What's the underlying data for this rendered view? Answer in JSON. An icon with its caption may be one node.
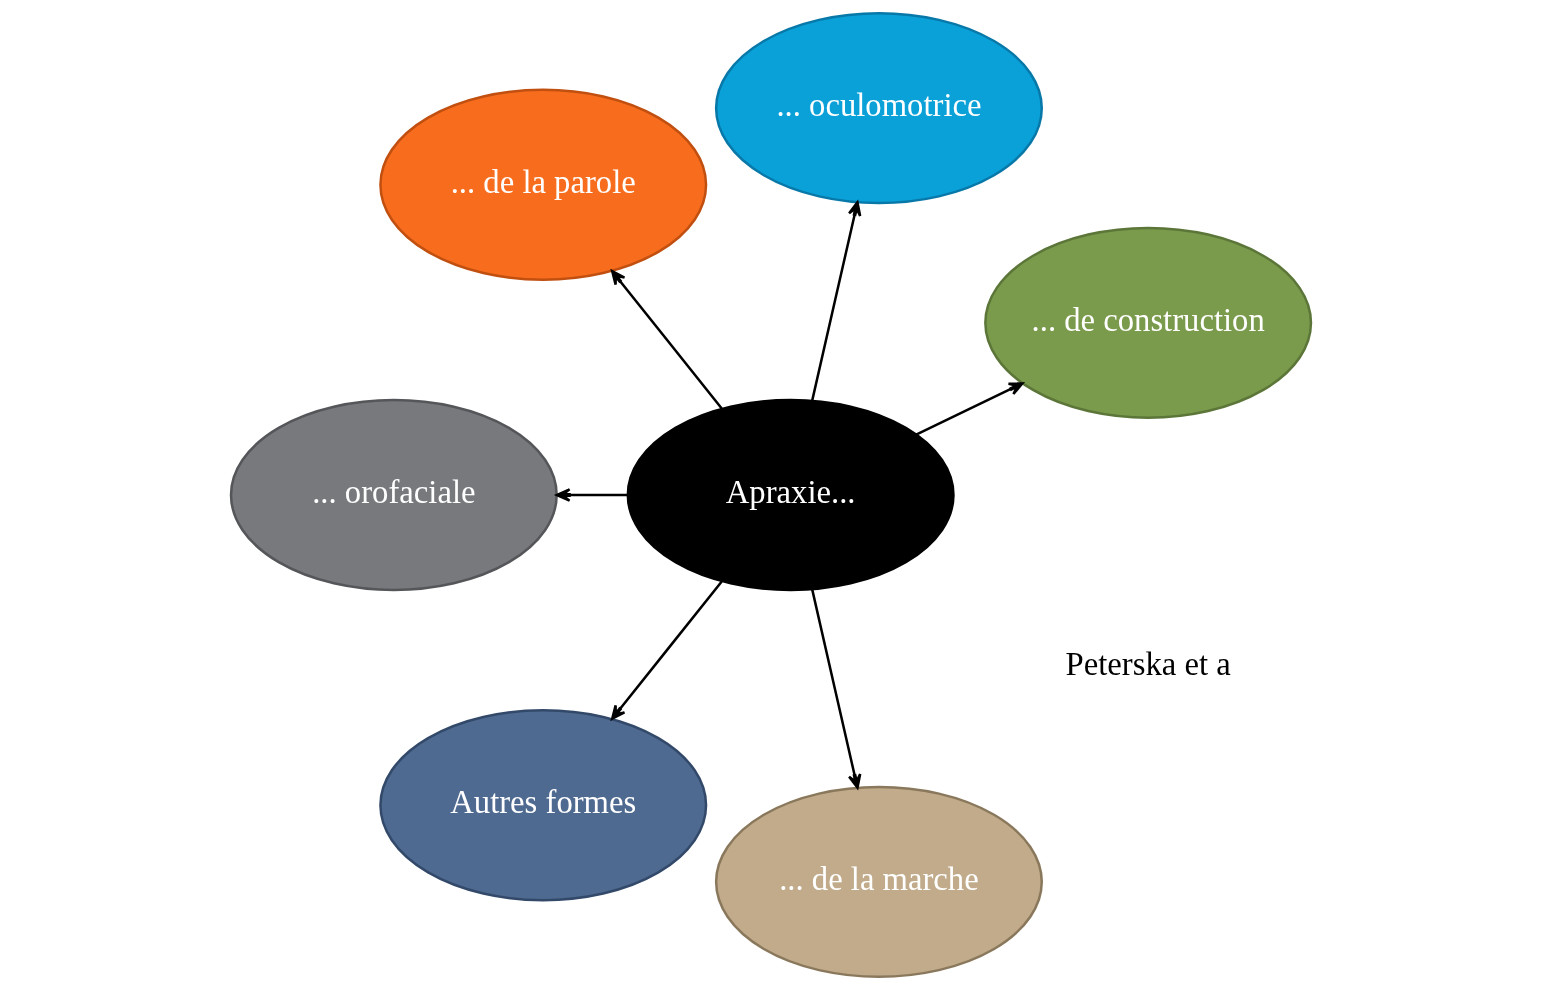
{
  "diagram": {
    "nodes": [
      {
        "text": [
          "Apraxie..."
        ]
      },
      {
        "text": [
          "... de construction"
        ]
      },
      {
        "text": [
          "... oculomotrice"
        ]
      },
      {
        "text": [
          "... de la parole"
        ]
      },
      {
        "text": [
          "... orofaciale"
        ]
      },
      {
        "text": [
          "Autres formes"
        ]
      },
      {
        "text": [
          "... de la marche"
        ]
      }
    ],
    "edges": [
      {
        "from": 0,
        "to": 1,
        "arrow": "to"
      },
      {
        "from": 0,
        "to": 2,
        "arrow": "to"
      },
      {
        "from": 0,
        "to": 3,
        "arrow": "to"
      },
      {
        "from": 0,
        "to": 4,
        "arrow": "to"
      },
      {
        "from": 0,
        "to": 5,
        "arrow": "to"
      },
      {
        "from": 0,
        "to": 6,
        "arrow": "to"
      }
    ],
    "labels": [
      "Peterska et a"
    ]
  }
}
